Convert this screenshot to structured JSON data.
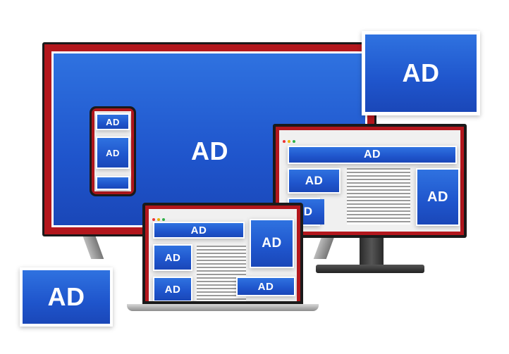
{
  "ad_label": "AD",
  "colors": {
    "ad_blue": "#1f55cc",
    "frame_red": "#b3171d",
    "bezel_dark": "#1a1a1a",
    "stand_gray": "#8a8a8a",
    "text_stripe": "#9a9a9a"
  },
  "devices": [
    "tv",
    "smartphone",
    "desktop-monitor",
    "laptop"
  ],
  "icons": {
    "browser_dots": [
      "red",
      "yellow",
      "green"
    ]
  }
}
